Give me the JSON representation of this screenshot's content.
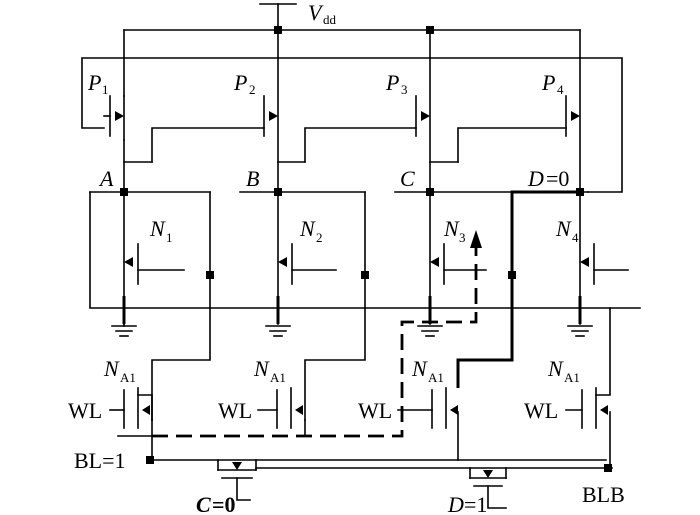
{
  "supply": {
    "name": "V",
    "sub": "dd"
  },
  "pmos": [
    {
      "name": "P",
      "sub": "1"
    },
    {
      "name": "P",
      "sub": "2"
    },
    {
      "name": "P",
      "sub": "3"
    },
    {
      "name": "P",
      "sub": "4"
    }
  ],
  "nmos": [
    {
      "name": "N",
      "sub": "1"
    },
    {
      "name": "N",
      "sub": "2"
    },
    {
      "name": "N",
      "sub": "3"
    },
    {
      "name": "N",
      "sub": "4"
    }
  ],
  "access": [
    {
      "name": "N",
      "sub": "A1"
    },
    {
      "name": "N",
      "sub": "A1"
    },
    {
      "name": "N",
      "sub": "A1"
    },
    {
      "name": "N",
      "sub": "A1"
    }
  ],
  "nodes": {
    "A": "A",
    "B": "B",
    "C": "C",
    "D": "D",
    "D_value": "=0"
  },
  "wordline": "WL",
  "bitlines": {
    "bl": "BL=1",
    "blb": "BLB"
  },
  "bottom_labels": {
    "c_node": "C",
    "c_value": "=0",
    "d_node": "D",
    "d_value": "=1"
  }
}
